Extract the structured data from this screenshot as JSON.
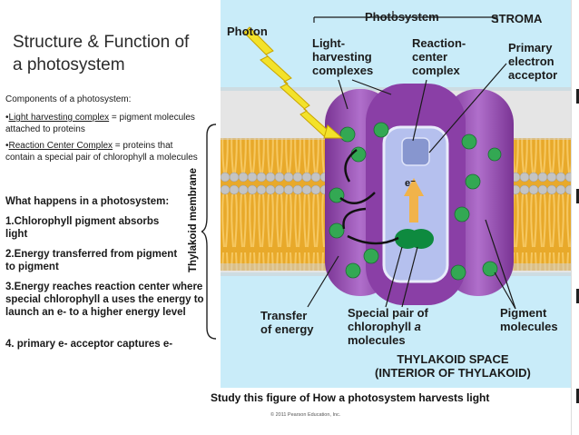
{
  "slide": {
    "title": "Structure & Function of\na photosystem"
  },
  "left_panel": {
    "components_heading": "Components of a photosystem:",
    "bullet1_term": "Light harvesting complex",
    "bullet1_rest": " = pigment molecules attached to proteins",
    "bullet2_term": "Reaction Center Complex",
    "bullet2_rest": " = proteins that contain a special pair of chlorophyll a molecules",
    "happens_heading": "What happens in a photosystem:",
    "step1": "1.Chlorophyll pigment absorbs light",
    "step2": "2.Energy transferred from pigment to pigment",
    "step3": "3.Energy reaches reaction center where special chlorophyll a uses the energy to launch an e- to a higher energy level",
    "step4": "4. primary e- acceptor captures e-"
  },
  "figure": {
    "photosystem": "Photosystem",
    "stroma": "STROMA",
    "photon": "Photon",
    "light_harvesting": "Light-\nharvesting\ncomplexes",
    "reaction_center": "Reaction-\ncenter\ncomplex",
    "primary_acceptor": "Primary\nelectron\nacceptor",
    "electron": "e⁻",
    "thylakoid_membrane": "Thylakoid membrane",
    "transfer": "Transfer\nof energy",
    "special_pair_1": "Special pair of",
    "special_pair_2": "chlorophyll ",
    "special_pair_a": "a",
    "special_pair_3": "molecules",
    "pigment": "Pigment\nmolecules",
    "thylakoid_space": "THYLAKOID SPACE\n(INTERIOR OF THYLAKOID)",
    "colors": {
      "sky": "#c7ebf9",
      "lipid_head": "#c7c7c7",
      "lipid_tail": "#f1b640",
      "complex": "#9b59b6",
      "complex_dark": "#6f2f86",
      "reaction_box": "#b7c2ee",
      "pigment": "#2fa84a",
      "photon": "#f3e22a"
    }
  },
  "caption": "Study this figure of How a photosystem harvests light",
  "copyright": "© 2011 Pearson Education, Inc."
}
